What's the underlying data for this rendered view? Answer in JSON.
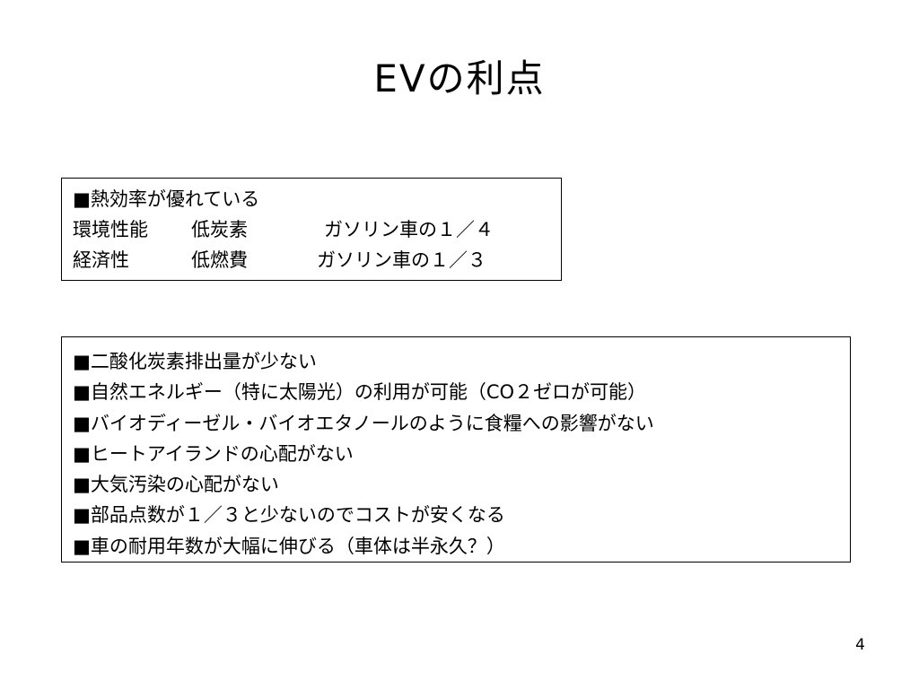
{
  "slide": {
    "title": "EVの利点",
    "page_number": "4"
  },
  "efficiency_box": {
    "heading": "■熱効率が優れている",
    "rows": [
      {
        "label": "環境性能",
        "metric": "低炭素",
        "value": "ガソリン車の１／４"
      },
      {
        "label": "経済性",
        "metric": "低燃費",
        "value": "ガソリン車の１／３"
      }
    ]
  },
  "environment_box": {
    "items": [
      "■二酸化炭素排出量が少ない",
      "■自然エネルギー（特に太陽光）の利用が可能（CO２ゼロが可能）",
      "■バイオディーゼル・バイオエタノールのように食糧への影響がない",
      "■ヒートアイランドの心配がない",
      "■大気汚染の心配がない",
      "■部品点数が１／３と少ないのでコストが安くなる",
      "■車の耐用年数が大幅に伸びる（車体は半永久？）"
    ]
  }
}
